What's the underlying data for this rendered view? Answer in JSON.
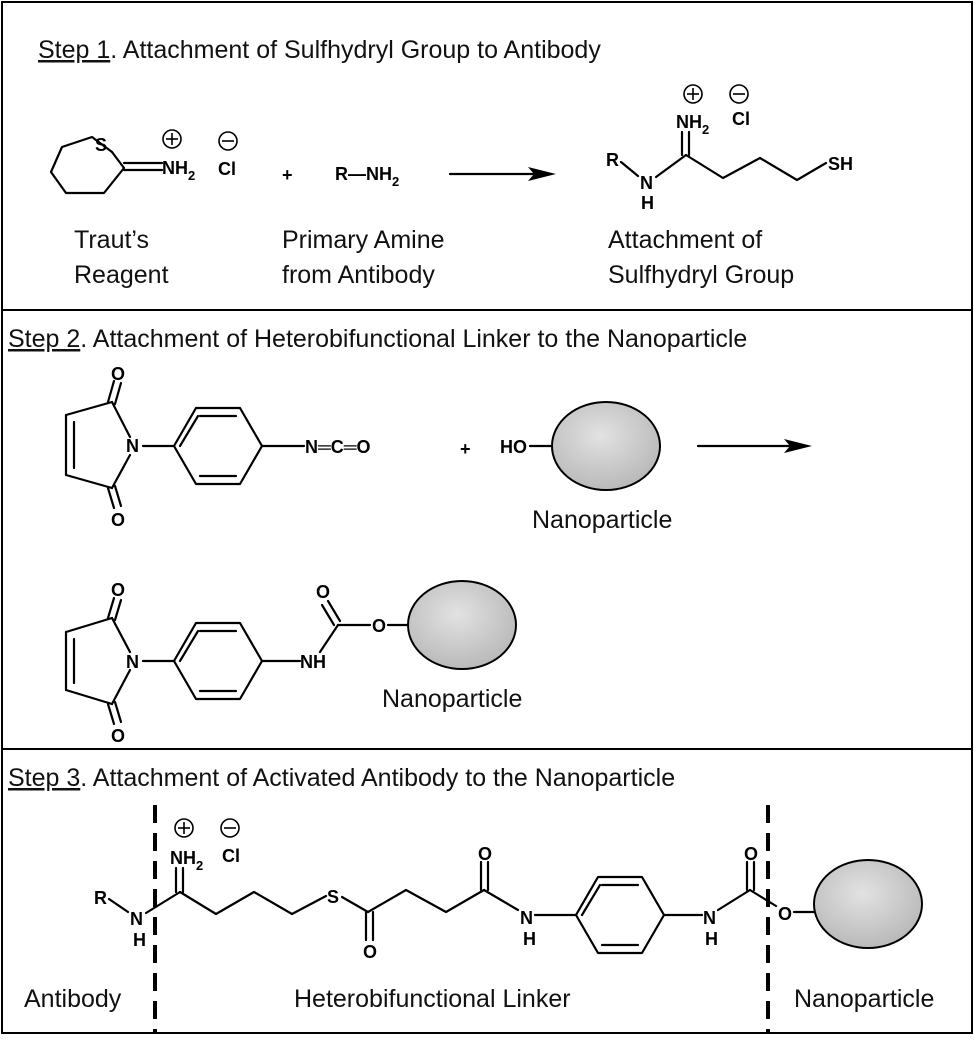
{
  "step1": {
    "num": "Step 1",
    "title": ". Attachment of Sulfhydryl Group to Antibody",
    "traut_line1": "Traut’s",
    "traut_line2": "Reagent",
    "amine_line1": "Primary Amine",
    "amine_line2": "from Antibody",
    "product_line1": "Attachment of",
    "product_line2": "Sulfhydryl Group"
  },
  "step2": {
    "num": "Step 2",
    "title": ". Attachment of Heterobifunctional Linker to the Nanoparticle",
    "nanoparticle_label_1": "Nanoparticle",
    "nanoparticle_label_2": "Nanoparticle"
  },
  "step3": {
    "num": "Step 3",
    "title": ". Attachment of Activated Antibody to the Nanoparticle",
    "antibody_label": "Antibody",
    "linker_label": "Heterobifunctional Linker",
    "nanoparticle_label": "Nanoparticle"
  },
  "atoms": {
    "S": "S",
    "NH2": "NH",
    "sub2": "2",
    "Cl": "Cl",
    "plus_sign": "+",
    "R": "R",
    "dash_NH2": "—NH",
    "N": "N",
    "H": "H",
    "SH": "SH",
    "O": "O",
    "NCO": "N═C═O",
    "HO": "HO",
    "NH": "NH"
  },
  "colors": {
    "nanoparticle_fill": "#cccccc",
    "line": "#000000"
  }
}
